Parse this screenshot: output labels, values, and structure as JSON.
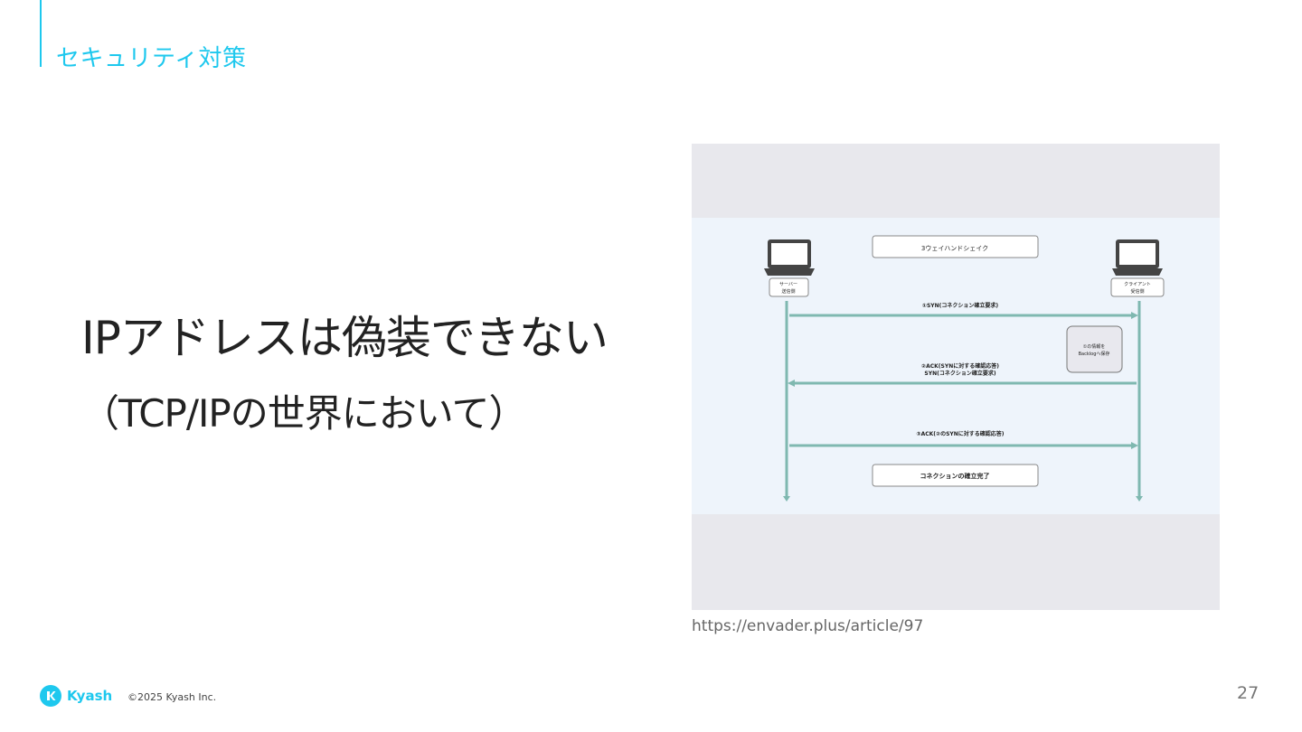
{
  "header": {
    "section_title": "セキュリティ対策"
  },
  "main": {
    "headline": "IPアドレスは偽装できない",
    "subline": "（TCP/IPの世界において）"
  },
  "figure": {
    "title": "3ウェイハンドシェイク",
    "server_label": [
      "サーバー",
      "送信側"
    ],
    "client_label": [
      "クライアント",
      "受信側"
    ],
    "step1": "①SYN(コネクション確立要求)",
    "step2": [
      "②ACK(SYNに対する確認応答)",
      "SYN(コネクション確立要求)"
    ],
    "note": [
      "①の情報を",
      "Backlogへ保存"
    ],
    "step3": "③ACK(②のSYNに対する確認応答)",
    "complete": "コネクションの確立完了"
  },
  "source_url": "https://envader.plus/article/97",
  "footer": {
    "logo_text": "Kyash",
    "copyright": "©2025 Kyash Inc.",
    "page_number": "27"
  },
  "colors": {
    "accent": "#1ec8ee",
    "arrow": "#7fb8b0"
  }
}
